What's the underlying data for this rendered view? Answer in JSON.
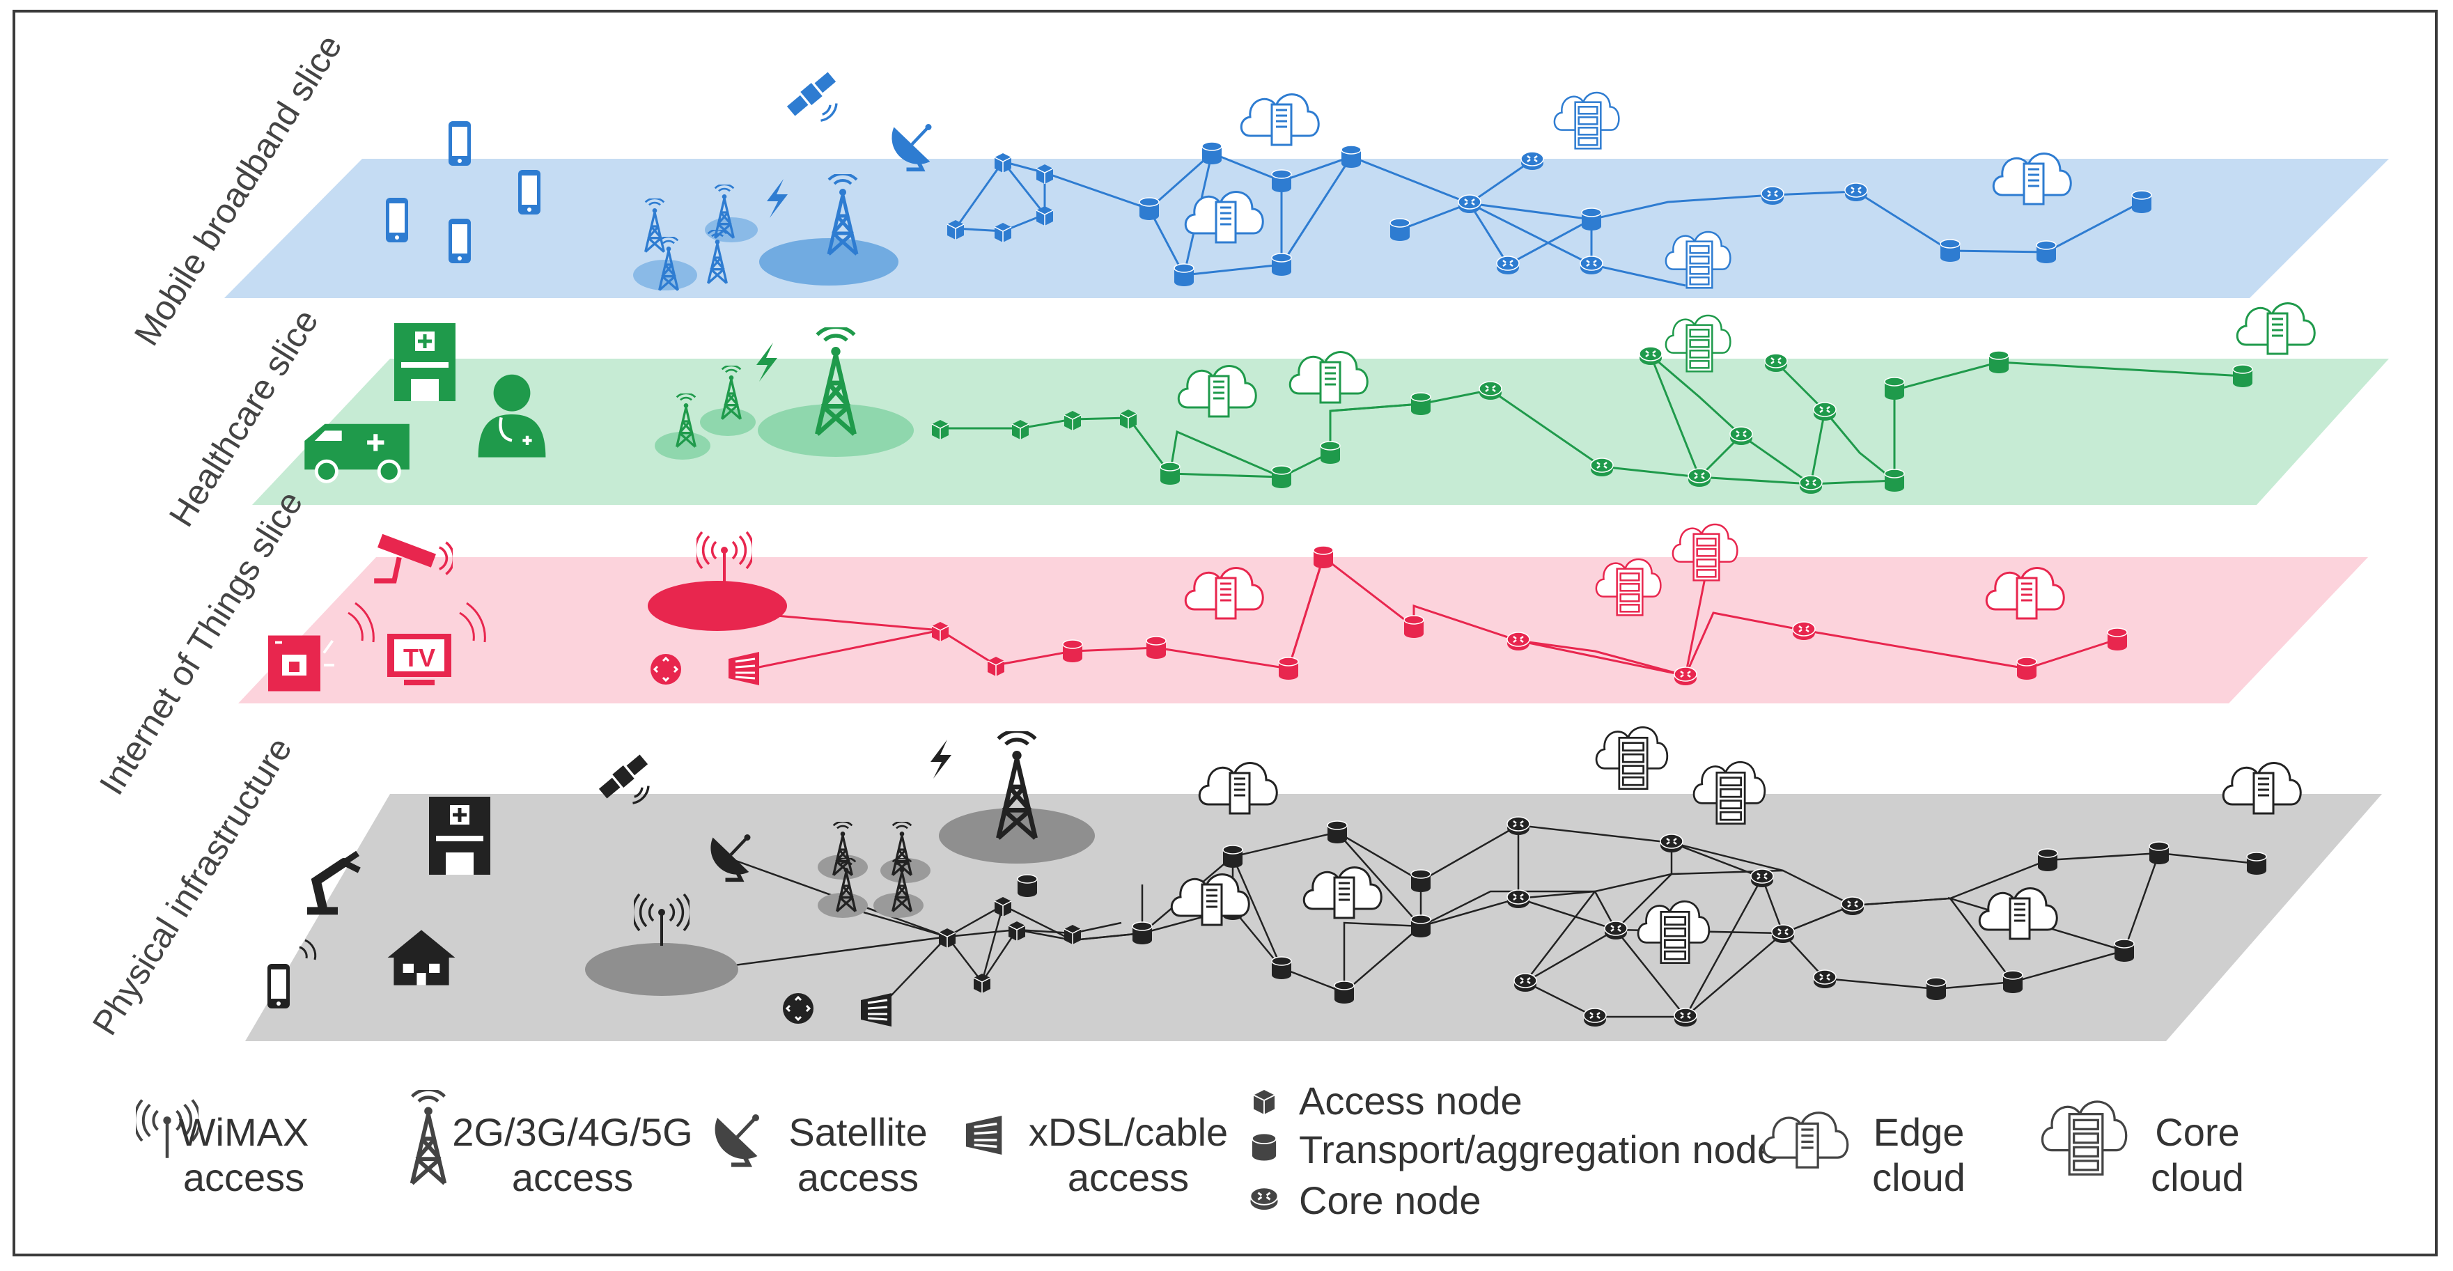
{
  "slices": [
    {
      "id": "mobile-broadband",
      "label": "Mobile broadband slice",
      "color": "#4a90d9",
      "fill": "#c5dcf3"
    },
    {
      "id": "healthcare",
      "label": "Healthcare slice",
      "color": "#1f9a4b",
      "fill": "#c6ebd4"
    },
    {
      "id": "iot",
      "label": "Internet of Things slice",
      "color": "#e8264e",
      "fill": "#fcd3dc"
    },
    {
      "id": "physical",
      "label": "Physical infrastructure",
      "color": "#222222",
      "fill": "#cfcfcf"
    }
  ],
  "legend": {
    "wimax": {
      "line1": "WiMAX",
      "line2": "access",
      "icon": "wimax-icon"
    },
    "cellular": {
      "line1": "2G/3G/4G/5G",
      "line2": "access",
      "icon": "cell-tower-icon"
    },
    "satellite": {
      "line1": "Satellite",
      "line2": "access",
      "icon": "satellite-dish-icon"
    },
    "xdsl": {
      "line1": "xDSL/cable",
      "line2": "access",
      "icon": "xdsl-icon"
    },
    "access_node": {
      "label": "Access node",
      "icon": "access-node-icon"
    },
    "transport_node": {
      "label": "Transport/aggregation node",
      "icon": "transport-node-icon"
    },
    "core_node": {
      "label": "Core node",
      "icon": "core-node-icon"
    },
    "edge_cloud": {
      "line1": "Edge",
      "line2": "cloud",
      "icon": "edge-cloud-icon"
    },
    "core_cloud": {
      "line1": "Core",
      "line2": "cloud",
      "icon": "core-cloud-icon"
    }
  },
  "icons": {
    "iot_tv": "TV"
  }
}
